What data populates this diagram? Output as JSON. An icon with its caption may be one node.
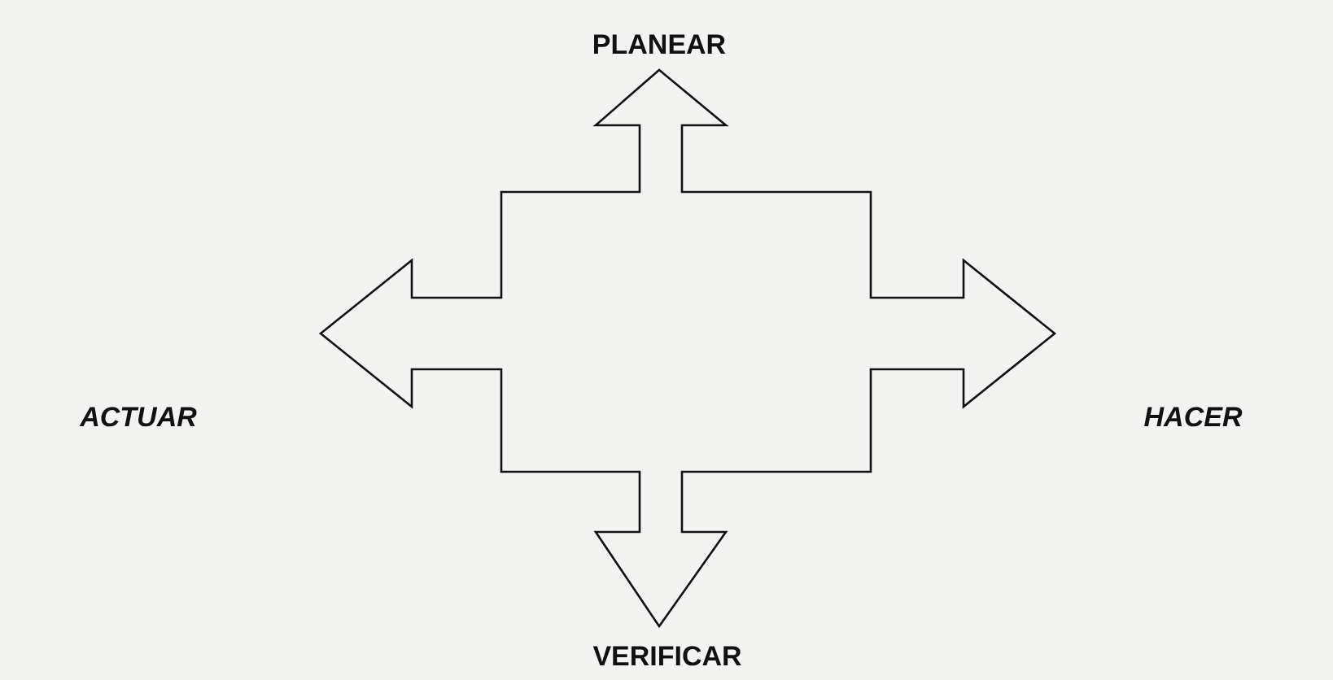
{
  "diagram": {
    "labels": [
      "PLANEAR",
      "ACTUAR",
      "HACER",
      "VERIFICAR"
    ]
  }
}
